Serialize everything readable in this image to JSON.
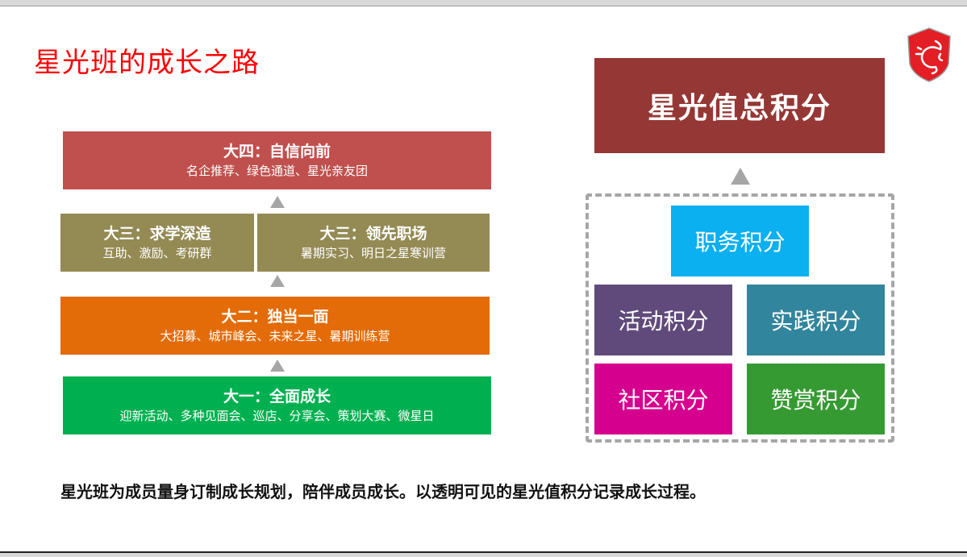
{
  "title": "星光班的成长之路",
  "logo": {
    "icon": "msi-dragon-shield-logo",
    "color": "#e31e24"
  },
  "stages": [
    {
      "heading": "大四：自信向前",
      "detail": "名企推荐、绿色通道、星光亲友团",
      "color": "#c0504d"
    },
    {
      "heading": "大三：求学深造",
      "detail": "互助、激励、考研群",
      "color": "#948a54"
    },
    {
      "heading": "大三：领先职场",
      "detail": "暑期实习、明日之星寒训营",
      "color": "#948a54"
    },
    {
      "heading": "大二：独当一面",
      "detail": "大招募、城市峰会、未来之星、暑期训练营",
      "color": "#e36c09"
    },
    {
      "heading": "大一：全面成长",
      "detail": "迎新活动、多种见面会、巡店、分享会、策划大赛、微星日",
      "color": "#00b050"
    }
  ],
  "total": {
    "label": "星光值总积分",
    "color": "#953735"
  },
  "points": [
    {
      "label": "职务积分",
      "color": "#0ab0ef"
    },
    {
      "label": "活动积分",
      "color": "#604a7b"
    },
    {
      "label": "实践积分",
      "color": "#31859c"
    },
    {
      "label": "社区积分",
      "color": "#d6008f"
    },
    {
      "label": "赞赏积分",
      "color": "#369a33"
    }
  ],
  "footer": "星光班为成员量身订制成长规划，陪伴成员成长。以透明可见的星光值积分记录成长过程。"
}
